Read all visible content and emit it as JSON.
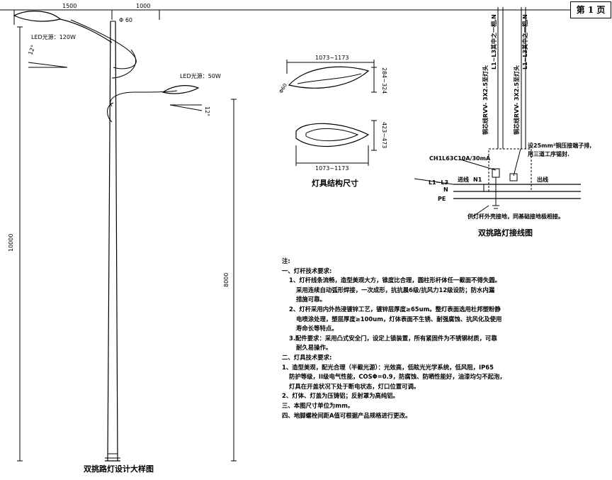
{
  "page_label": "第 1 页",
  "pole": {
    "dim_top_left": "1500",
    "dim_top_right": "1000",
    "dim_phi": "Φ 60",
    "led_upper": "LED光源：120W",
    "led_lower": "LED光源：50W",
    "angle_left": "12°",
    "angle_right": "12°",
    "height_total": "10000",
    "height_low": "8000",
    "title": "双挑路灯设计大样图"
  },
  "lamp": {
    "len_top": "1073~1173",
    "len_bottom": "1073~1173",
    "dia": "Φ60",
    "height_side": "284~324",
    "width_top": "423~473",
    "title": "灯具结构尺寸"
  },
  "wiring": {
    "cable_left": "铜芯线RVV- 3X2.5至灯头",
    "cable_right": "铜芯线RVV- 3X2.5至灯头",
    "phase_left": "L1~L3其中之一相,N",
    "phase_right": "L1~L3其中之一相,N",
    "breaker": "CH1L63C10A/30mA",
    "terminal_note_1": "设25mm²铜压接端子排,",
    "terminal_note_2": "用三道工序锡封.",
    "bus_l": "L1~L3",
    "bus_n": "N",
    "bus_pe": "PE",
    "in_line": "进线",
    "n1": "N1",
    "out_line": "出线",
    "ground_note": "供灯杆外壳接地，同基础接地极相接。",
    "title": "双挑路灯接线图"
  },
  "notes": [
    {
      "cls": "i1",
      "text": "注:"
    },
    {
      "cls": "i1",
      "text": "一、灯杆技术要求:"
    },
    {
      "cls": "i2",
      "text": "1、灯杆线条流畅，造型美观大方，锥度比合理，圆柱形杆体任一截面不得失圆。"
    },
    {
      "cls": "i3",
      "text": "采用连续自动弧形焊接，一次成形，抗抗晨6级/抗风力12级设防；防水内漏"
    },
    {
      "cls": "i3",
      "text": "措施可靠。"
    },
    {
      "cls": "i2",
      "text": "2、灯杆采用内外热浸镀锌工艺，镀锌层厚度≥65um。整灯表面选用杜邦塑粉静"
    },
    {
      "cls": "i3",
      "text": "电喷涂处理，塑层厚度≥100um，灯体表面不生锈、耐强腐蚀、抗风化及使用"
    },
    {
      "cls": "i3",
      "text": "寿命长等特点。"
    },
    {
      "cls": "i2",
      "text": "3.配件要求：采用凸式安全门，设定上锁装置，所有紧固件为不锈钢材质，可靠"
    },
    {
      "cls": "i3",
      "text": "耐久易操作。"
    },
    {
      "cls": "i1",
      "text": "二、灯具技术要求:"
    },
    {
      "cls": "i1",
      "text": "1、造型美观，配光合理（半截光源）：光效高，低眩光光学系统，低风阻，IP65"
    },
    {
      "cls": "i2",
      "text": "防护等级，II级电气性能，COSΦ=0.9，防腐蚀、防晒性能好，油漆均匀不起泡，"
    },
    {
      "cls": "i2",
      "text": "灯具在开盖状况下处于断电状态，灯口位置可调。"
    },
    {
      "cls": "i1",
      "text": "2、灯体、灯盖为压铸铝；反射罩为高纯铝。"
    },
    {
      "cls": "i1",
      "text": "三、本图尺寸单位为mm。"
    },
    {
      "cls": "i1",
      "text": "四、地脚螺栓间距A值可根据产品规格进行更改。"
    }
  ]
}
